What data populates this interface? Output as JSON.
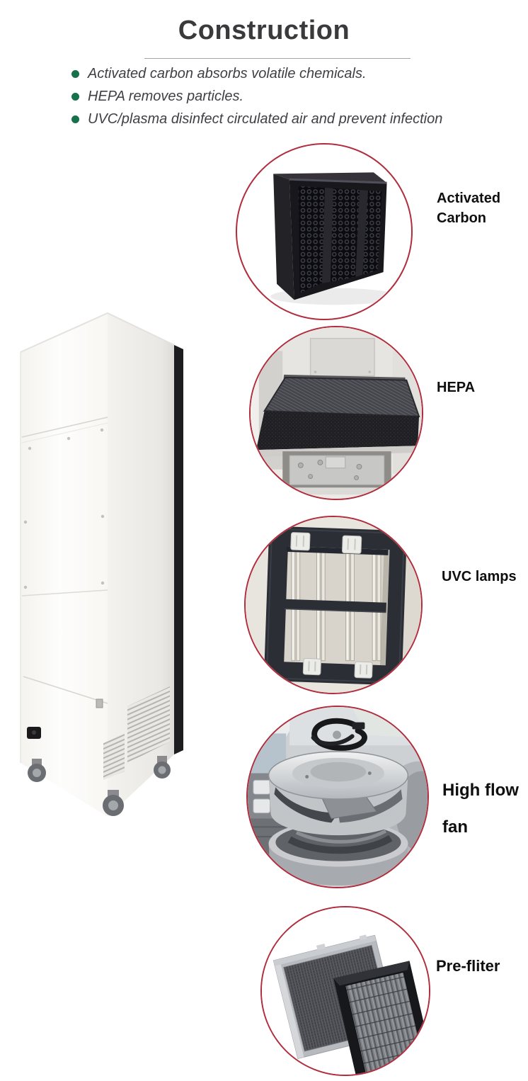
{
  "header": {
    "title": "Construction"
  },
  "intro": {
    "bullets": [
      "Activated carbon absorbs volatile chemicals.",
      "HEPA removes particles.",
      "UVC/plasma disinfect circulated air and prevent infection"
    ]
  },
  "components": [
    {
      "label": "Activated Carbon",
      "photo": "activated-carbon-filter-photo"
    },
    {
      "label": "HEPA",
      "photo": "hepa-filter-drawer-photo"
    },
    {
      "label": "UVC lamps",
      "photo": "uvc-lamp-array-photo"
    },
    {
      "label": "High flow fan",
      "photo": "centrifugal-fan-wheels-photo"
    },
    {
      "label": "Pre-fliter",
      "photo": "pre-filter-panels-photo"
    }
  ],
  "figures": {
    "machine": "air-purifier-tower-photo"
  },
  "colors": {
    "accent_ring": "#b12d3d",
    "bullet_dot": "#17714a",
    "title_text": "#3a3a3c",
    "label_text": "#0f0f10"
  }
}
